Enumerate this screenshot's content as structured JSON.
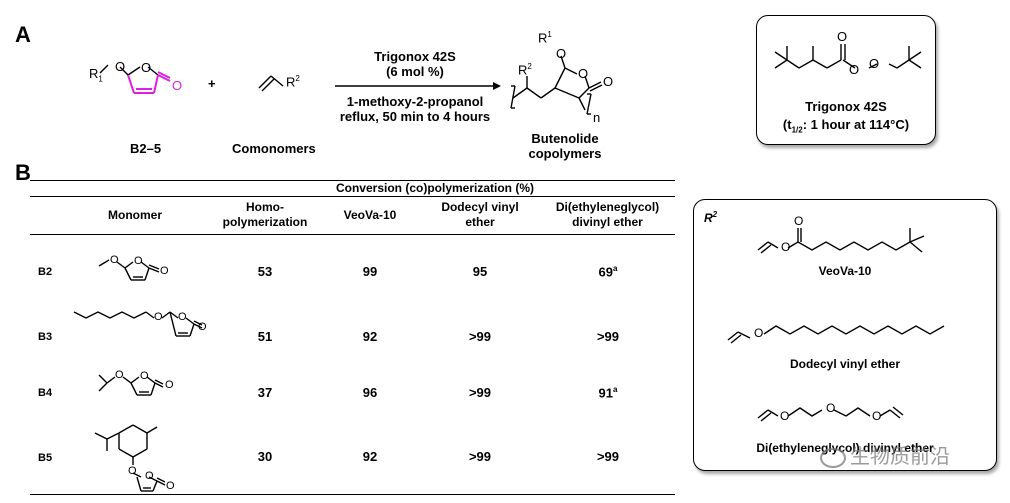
{
  "panel_a": {
    "label": "A",
    "r1o": "R",
    "r1_sub": "1",
    "o": "O",
    "plus": "+",
    "r2": "R",
    "r2_sup": "2",
    "compound_label": "B2–5",
    "comonomers_label": "Comonomers",
    "catalyst": "Trigonox 42S",
    "catalyst_amount": "(6 mol %)",
    "solvent": "1-methoxy-2-propanol",
    "conditions": "reflux, 50 min to 4 hours",
    "product_n": "n",
    "product_label_1": "Butenolide",
    "product_label_2": "copolymers"
  },
  "trigonox_box": {
    "name": "Trigonox 42S",
    "halflife_pre": "(t",
    "halflife_sub": "1/2",
    "halflife_post": ": 1 hour at 114°C)"
  },
  "panel_b": {
    "label": "B",
    "group_header": "Conversion (co)polymerization (%)",
    "columns": [
      "Monomer",
      "Homo-\npolymerization",
      "VeoVa-10",
      "Dodecyl vinyl\nether",
      "Di(ethyleneglycol)\ndivinyl ether"
    ],
    "rows": [
      {
        "id": "B2",
        "values": [
          "53",
          "99",
          "95",
          "69"
        ],
        "note_col": 3,
        "note": "a"
      },
      {
        "id": "B3",
        "values": [
          "51",
          "92",
          ">99",
          ">99"
        ]
      },
      {
        "id": "B4",
        "values": [
          "37",
          "96",
          ">99",
          "91"
        ],
        "note_col": 3,
        "note": "a"
      },
      {
        "id": "B5",
        "values": [
          "30",
          "92",
          ">99",
          ">99"
        ]
      }
    ]
  },
  "r2_box": {
    "title": "R",
    "title_sup": "2",
    "items": [
      "VeoVa-10",
      "Dodecyl vinyl ether",
      "Di(ethyleneglycol) divinyl ether"
    ]
  },
  "watermark": "生物质前沿"
}
